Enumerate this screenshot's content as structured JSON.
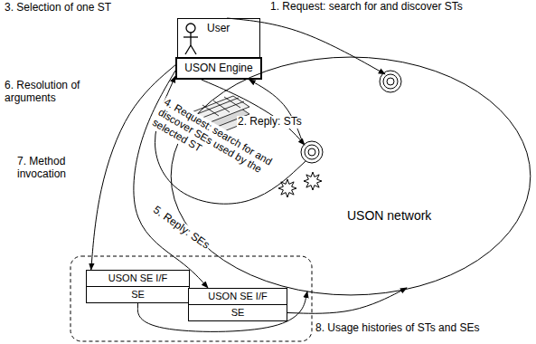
{
  "diagram": {
    "nodes": [
      {
        "text": [
          "User"
        ]
      },
      {
        "text": [
          "USON Engine"
        ],
        "in": 0
      },
      {
        "text": [
          "USON network"
        ]
      },
      {
        "text": [
          "USON SE I/F"
        ]
      },
      {
        "text": [
          "SE"
        ]
      },
      {
        "text": [
          "USON SE I/F"
        ]
      },
      {
        "text": [
          "SE"
        ]
      }
    ],
    "edges": [
      {
        "from": 0,
        "to": 2,
        "arrow": "to"
      },
      {
        "from": 2,
        "to": 1,
        "arrow": "to"
      },
      {
        "from": 1,
        "to": 2,
        "arrow": "to"
      },
      {
        "from": 2,
        "to": 1,
        "arrow": "to"
      },
      {
        "from": 1,
        "to": 3,
        "arrow": "to"
      },
      {
        "from": 1,
        "to": 5,
        "arrow": "to"
      },
      {
        "from": 4,
        "to": 2,
        "arrow": "to"
      },
      {
        "from": 6,
        "to": 2,
        "arrow": "to"
      }
    ],
    "labels": [
      "3. Selection of one ST",
      "1. Request: search for and discover STs",
      "2. Reply: STs",
      "6. Resolution of arguments",
      "4. Request: search for and discover SEs used by the selected ST",
      "5. Reply: SEs",
      "7. Method invocation",
      "8. Usage histories of STs and SEs"
    ]
  }
}
